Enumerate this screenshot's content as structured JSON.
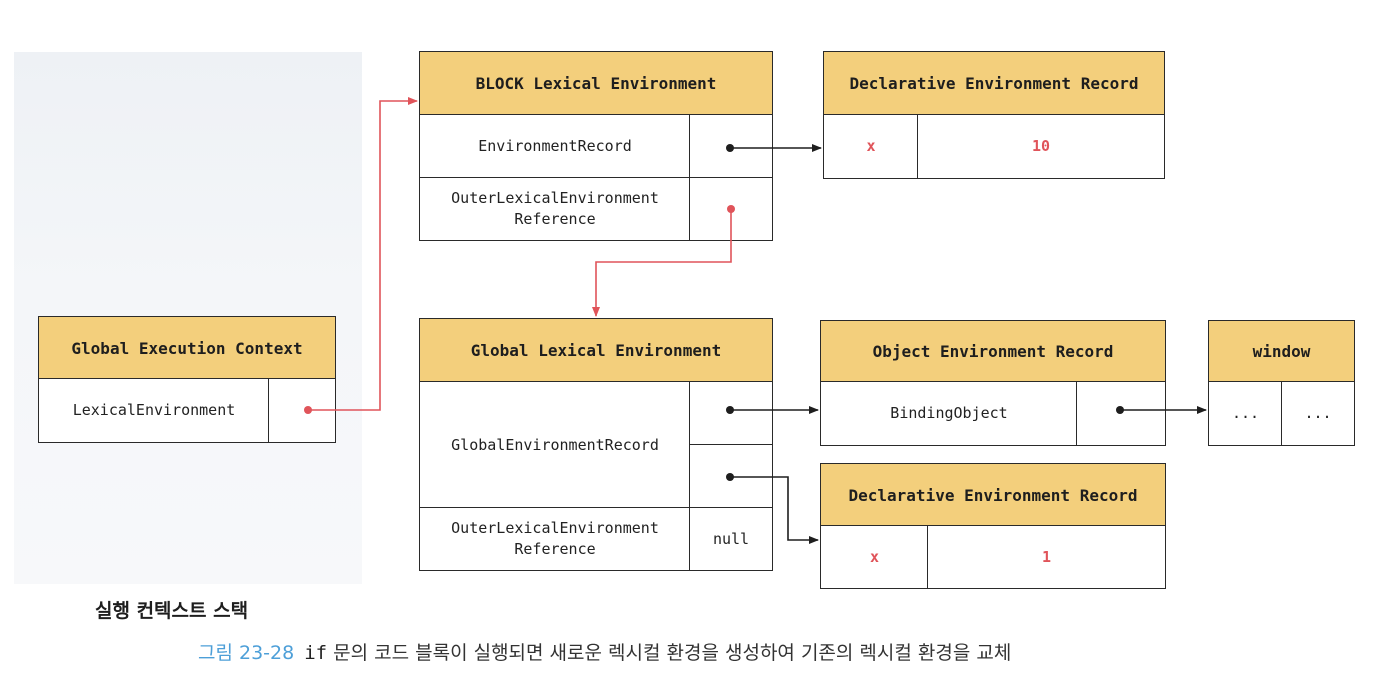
{
  "global_execution_context": {
    "title": "Global Execution Context",
    "lexical_environment_label": "LexicalEnvironment"
  },
  "block_lexical_environment": {
    "title": "BLOCK Lexical Environment",
    "environment_record_label": "EnvironmentRecord",
    "outer_reference_label": "OuterLexicalEnvironment\nReference"
  },
  "block_declarative_record": {
    "title": "Declarative Environment Record",
    "key": "x",
    "value": "10"
  },
  "global_lexical_environment": {
    "title": "Global Lexical Environment",
    "global_record_label": "GlobalEnvironmentRecord",
    "outer_reference_label": "OuterLexicalEnvironment\nReference",
    "outer_reference_value": "null"
  },
  "object_environment_record": {
    "title": "Object Environment Record",
    "binding_label": "BindingObject"
  },
  "window_object": {
    "title": "window",
    "cell_1": "...",
    "cell_2": "..."
  },
  "global_declarative_record": {
    "title": "Declarative Environment Record",
    "key": "x",
    "value": "1"
  },
  "stack_label": "실행 컨텍스트 스택",
  "caption": {
    "figure_number": "그림 23-28",
    "code": "if",
    "text": "문의 코드 블록이 실행되면 새로운 렉시컬 환경을 생성하여 기존의 렉시컬 환경을 교체"
  },
  "colors": {
    "header_fill": "#f3cf7c",
    "accent_red": "#e0545a",
    "caption_blue": "#4d9fd8",
    "stack_background": "#eef1f5"
  }
}
